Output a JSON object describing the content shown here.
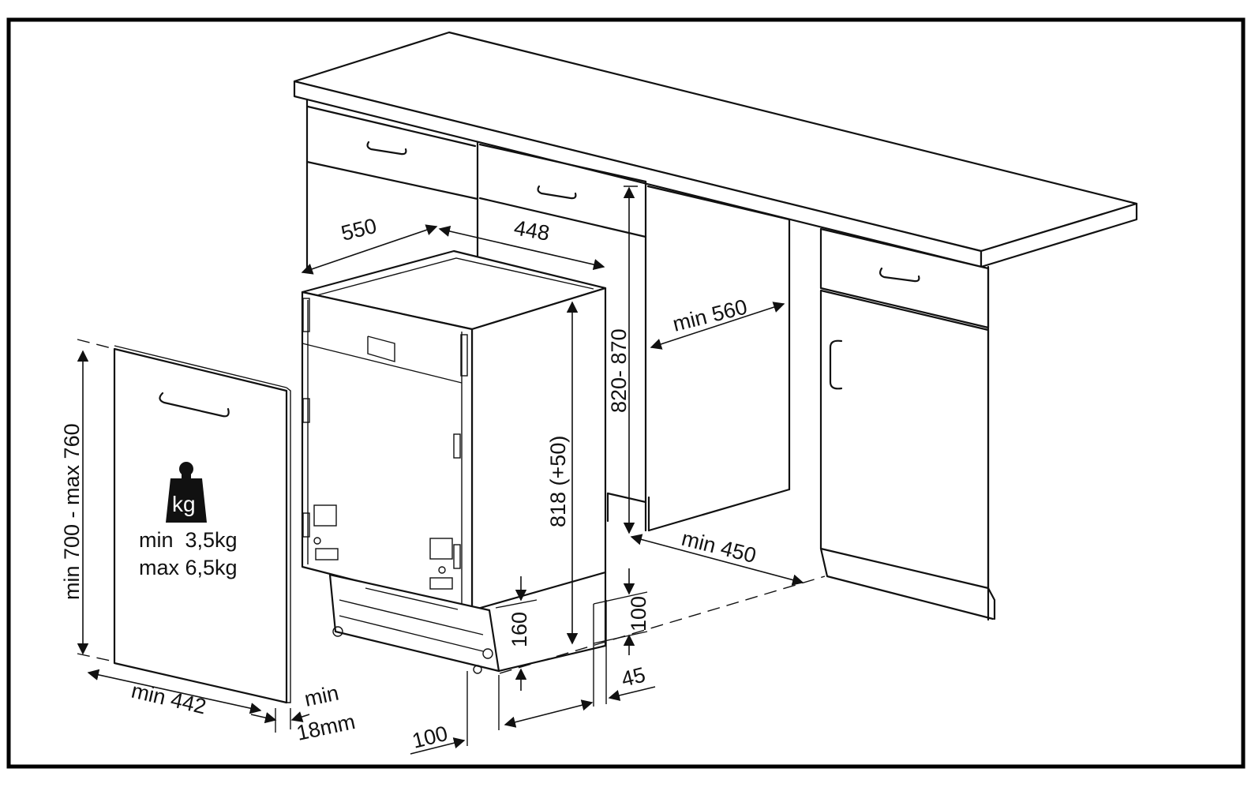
{
  "dimensions": {
    "niche_depth": "550",
    "appliance_width": "448",
    "worktop_height": "820- 870",
    "niche_depth_min": "min 560",
    "appliance_height": "818 (+50)",
    "niche_width_min": "min 450",
    "plinth_height": "160",
    "plinth_gap": "100",
    "plinth_recess": "45",
    "plinth_depth": "100",
    "door_height": "min 700 - max 760",
    "door_width": "min 442",
    "door_thickness_min": "min",
    "door_thickness": "18mm"
  },
  "weight": {
    "icon": "kg-weight-icon",
    "icon_label": "kg",
    "min": "min  3,5kg",
    "max": "max 6,5kg"
  }
}
